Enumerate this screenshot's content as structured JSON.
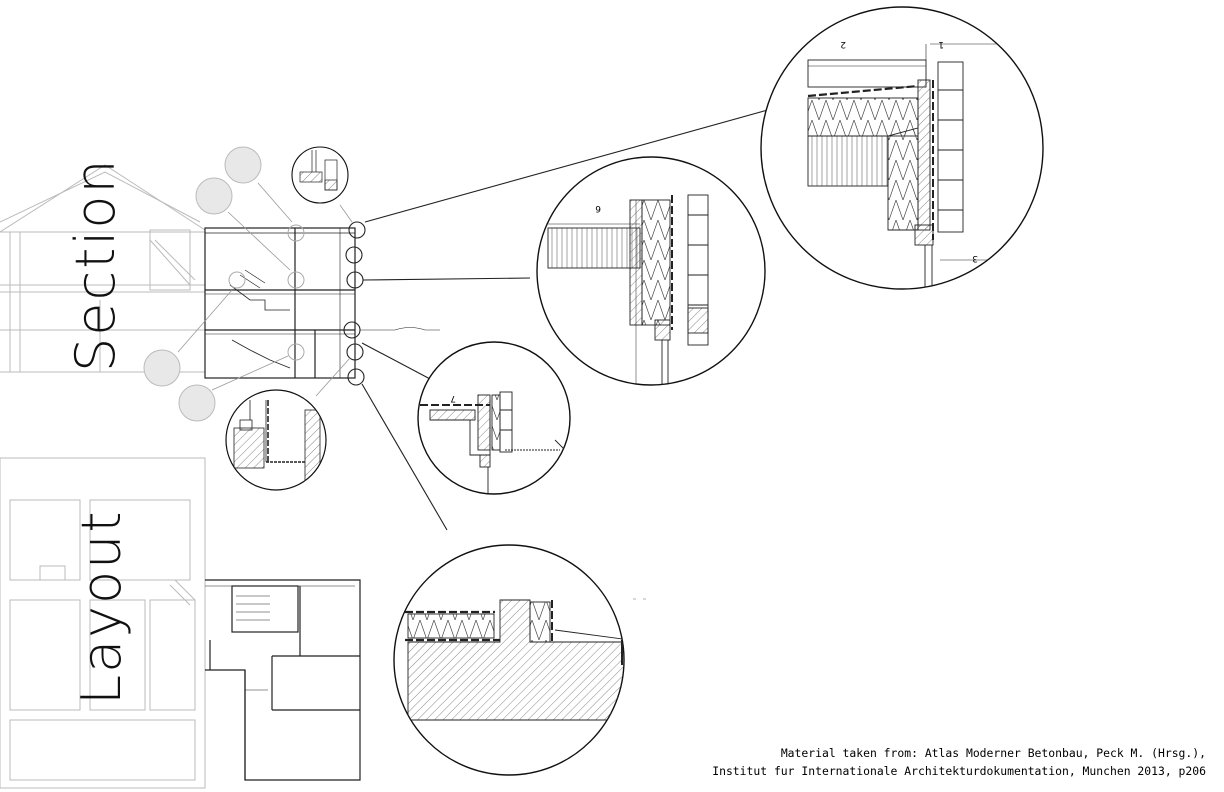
{
  "labels": {
    "section": "Section",
    "layout": "Layout"
  },
  "callouts": {
    "c1": "1",
    "c2": "2",
    "c3": "3",
    "c6": "6",
    "c7": "7"
  },
  "credit": {
    "line1": "Material taken from: Atlas Moderner Betonbau, Peck M. (Hrsg.),",
    "line2": "Institut fur Internationale Architekturdokumentation, Munchen 2013, p206"
  }
}
